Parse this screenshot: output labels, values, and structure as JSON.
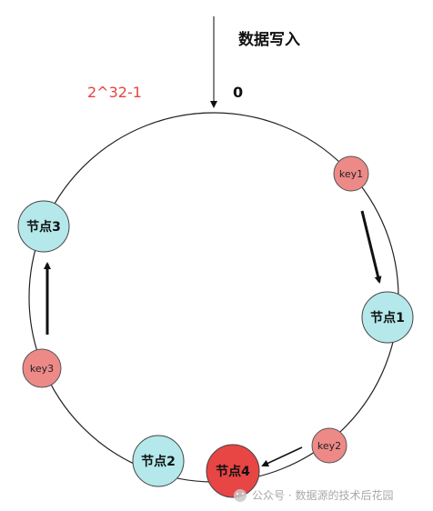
{
  "labels": {
    "write_in": "数据写入",
    "zero": "0",
    "max": "2^32-1"
  },
  "nodes": {
    "node1": "节点1",
    "node2": "节点2",
    "node3": "节点3",
    "node4": "节点4"
  },
  "keys": {
    "key1": "key1",
    "key2": "key2",
    "key3": "key3"
  },
  "watermark": "公众号 · 数据源的技术后花园",
  "colors": {
    "node": "#b4e8ea",
    "node_highlight": "#e84545",
    "key": "#ed8a87",
    "max_label": "#e8423e"
  }
}
